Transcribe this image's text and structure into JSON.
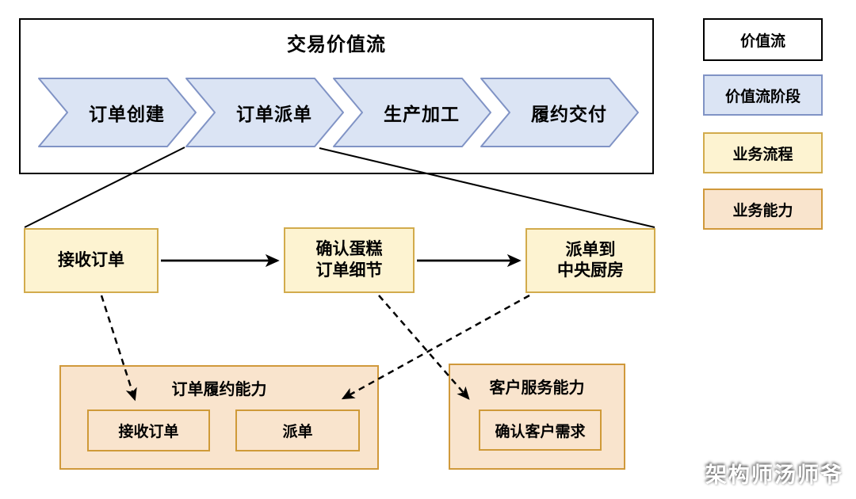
{
  "value_stream": {
    "title": "交易价值流",
    "stages": [
      "订单创建",
      "订单派单",
      "生产加工",
      "履约交付"
    ]
  },
  "processes": [
    {
      "label": "接收订单"
    },
    {
      "label": "确认蛋糕\n订单细节"
    },
    {
      "label": "派单到\n中央厨房"
    }
  ],
  "capabilities": [
    {
      "title": "订单履约能力",
      "items": [
        {
          "label": "接收订单"
        },
        {
          "label": "派单"
        }
      ]
    },
    {
      "title": "客户服务能力",
      "items": [
        {
          "label": "确认客户需求"
        }
      ]
    }
  ],
  "legend": {
    "items": [
      {
        "label": "价值流",
        "fill": "#ffffff",
        "border": "#000000"
      },
      {
        "label": "价值流阶段",
        "fill": "#dbe4f4",
        "border": "#8093c5"
      },
      {
        "label": "业务流程",
        "fill": "#fdf3d1",
        "border": "#d2ab4c"
      },
      {
        "label": "业务能力",
        "fill": "#f9e4cd",
        "border": "#d0993b"
      }
    ]
  },
  "watermark": "架构师汤师爷",
  "colors": {
    "stage_fill": "#dbe4f4",
    "stage_border": "#8093c5",
    "process_fill": "#fdf3d1",
    "process_border": "#d2ab4c",
    "capability_fill": "#f9e4cd",
    "capability_border": "#d0993b",
    "line": "#000000"
  }
}
